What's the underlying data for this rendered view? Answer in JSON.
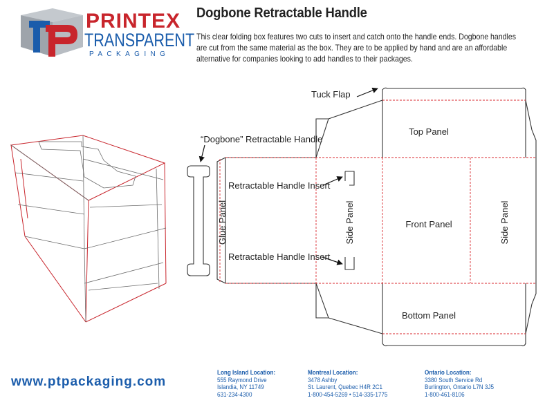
{
  "logo": {
    "line1": "PRINTEX",
    "line2": "TRANSPARENT",
    "line3": "PACKAGING",
    "colors": {
      "red": "#c8252c",
      "blue": "#1a5cab",
      "silver": "#a7adb4"
    }
  },
  "header": {
    "title": "Dogbone Retractable Handle",
    "description": "This clear folding box features two cuts to insert and catch onto the handle ends. Dogbone handles are cut from the same material as the box. They are to be applied by hand and are an affordable alternative for companies looking to add handles to their packages."
  },
  "diagram": {
    "labels": {
      "tuck_flap": "Tuck Flap",
      "dogbone_handle": "“Dogbone” Retractable Handle",
      "top_panel": "Top Panel",
      "glue_panel": "Glue Panel",
      "insert_top": "Retractable Handle Insert",
      "insert_bottom": "Retractable Handle Insert",
      "side_panel_left": "Side Panel",
      "front_panel": "Front Panel",
      "side_panel_right": "Side Panel",
      "bottom_panel": "Bottom Panel"
    },
    "colors": {
      "cut_line": "#333333",
      "fold_line": "#d9272e",
      "box_edge": "#c8252c"
    }
  },
  "footer": {
    "website": "www.ptpackaging.com",
    "locations": [
      {
        "heading": "Long Island Location:",
        "lines": [
          "555 Raymond Drive",
          "Islandia, NY 11749",
          "631-234-4300"
        ]
      },
      {
        "heading": "Montreal Location:",
        "lines": [
          "3478 Ashby",
          "St. Laurent, Quebec H4R 2C1",
          "1-800-454-5269  •  514-335-1775"
        ]
      },
      {
        "heading": "Ontario Location:",
        "lines": [
          "3380 South Service Rd",
          "Burlington, Ontario L7N 3J5",
          "1-800-461-8106"
        ]
      }
    ]
  }
}
